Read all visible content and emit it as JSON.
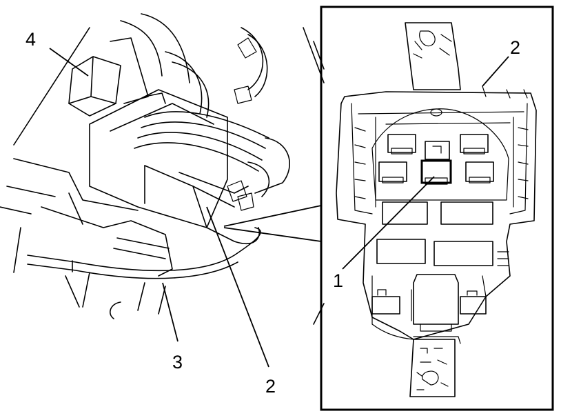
{
  "callouts": {
    "left_4": "4",
    "left_3": "3",
    "left_2": "2",
    "inset_2": "2",
    "inset_1": "1"
  }
}
